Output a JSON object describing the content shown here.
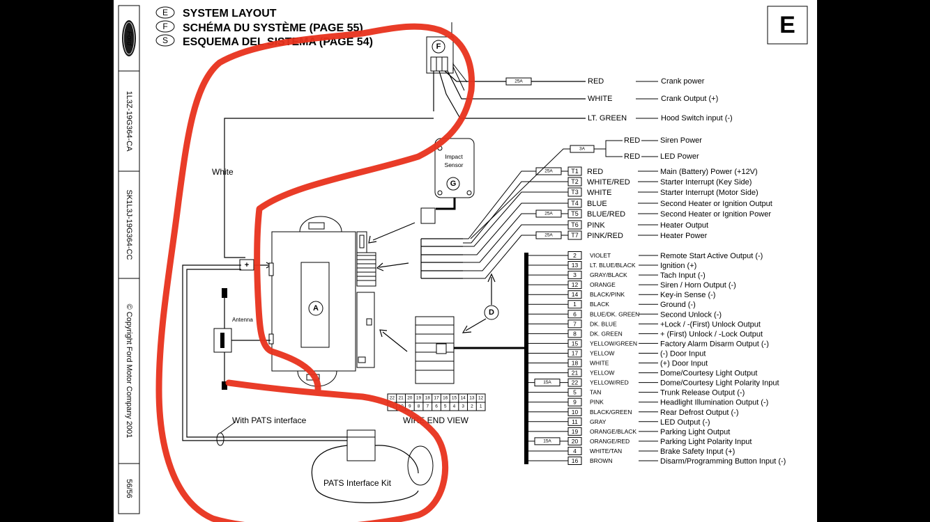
{
  "header": {
    "titles": [
      {
        "letter": "E",
        "text": "SYSTEM  LAYOUT"
      },
      {
        "letter": "F",
        "text": "SCHÉMA DU SYSTÈME (PAGE 55)"
      },
      {
        "letter": "S",
        "text": "ESQUEMA DEL SISTEMA (PAGE 54)"
      }
    ],
    "page_letter": "E"
  },
  "sidebar": {
    "logo": "Ford",
    "part_a": "1L3Z-19G364-CA",
    "part_b": "SK1L3J-19G364-CC",
    "copyright": "© Copyright Ford Motor Company 2001",
    "page": "56/56"
  },
  "components": {
    "connector_f": "F",
    "module_a": "A",
    "sensor": {
      "line1": "Impact",
      "line2": "Sensor",
      "letter": "G"
    },
    "connector_d": "D",
    "antenna": "Antenna",
    "white_wire": "White",
    "pats_interface": "With PATS interface",
    "pats_kit": "PATS Interface Kit",
    "wire_end_view": "WIRE END VIEW",
    "wire_end_top": [
      "22",
      "21",
      "20",
      "19",
      "18",
      "17",
      "16",
      "15",
      "14",
      "13",
      "12"
    ],
    "wire_end_bottom": [
      "11",
      "10",
      "9",
      "8",
      "7",
      "6",
      "5",
      "4",
      "3",
      "2",
      "1"
    ]
  },
  "wires_top": [
    {
      "color": "RED",
      "function": "Crank power",
      "fuse": "25A"
    },
    {
      "color": "WHITE",
      "function": "Crank Output (+)",
      "fuse": ""
    },
    {
      "color": "LT. GREEN",
      "function": "Hood Switch input (-)",
      "fuse": ""
    }
  ],
  "wires_siren": [
    {
      "color": "RED",
      "function": "Siren Power"
    },
    {
      "color": "RED",
      "function": "LED Power"
    }
  ],
  "siren_fuse": "3A",
  "wires_terminals": [
    {
      "term": "T1",
      "color": "RED",
      "function": "Main (Battery) Power (+12V)",
      "fuse": "25A"
    },
    {
      "term": "T2",
      "color": "WHITE/RED",
      "function": "Starter Interrupt (Key Side)",
      "fuse": ""
    },
    {
      "term": "T3",
      "color": "WHITE",
      "function": "Starter Interrupt (Motor Side)",
      "fuse": ""
    },
    {
      "term": "T4",
      "color": "BLUE",
      "function": "Second Heater or Ignition Output",
      "fuse": ""
    },
    {
      "term": "T5",
      "color": "BLUE/RED",
      "function": "Second Heater or Ignition Power",
      "fuse": "25A"
    },
    {
      "term": "T6",
      "color": "PINK",
      "function": "Heater Output",
      "fuse": ""
    },
    {
      "term": "T7",
      "color": "PINK/RED",
      "function": "Heater Power",
      "fuse": "25A"
    }
  ],
  "wires_harness": [
    {
      "pin": "2",
      "color": "VIOLET",
      "function": "Remote Start Active Output (-)",
      "fuse": ""
    },
    {
      "pin": "13",
      "color": "LT. BLUE/BLACK",
      "function": "Ignition (+)",
      "fuse": ""
    },
    {
      "pin": "3",
      "color": "GRAY/BLACK",
      "function": "Tach Input (-)",
      "fuse": ""
    },
    {
      "pin": "12",
      "color": "ORANGE",
      "function": "Siren / Horn Output (-)",
      "fuse": ""
    },
    {
      "pin": "14",
      "color": "BLACK/PINK",
      "function": "Key-in Sense (-)",
      "fuse": ""
    },
    {
      "pin": "1",
      "color": "BLACK",
      "function": "Ground (-)",
      "fuse": ""
    },
    {
      "pin": "6",
      "color": "BLUE/DK. GREEN",
      "function": "Second Unlock (-)",
      "fuse": ""
    },
    {
      "pin": "7",
      "color": "DK. BLUE",
      "function": "+Lock / -(First) Unlock Output",
      "fuse": ""
    },
    {
      "pin": "8",
      "color": "DK. GREEN",
      "function": "+ (First) Unlock / -Lock Output",
      "fuse": ""
    },
    {
      "pin": "15",
      "color": "YELLOW/GREEN",
      "function": "Factory Alarm Disarm Output (-)",
      "fuse": ""
    },
    {
      "pin": "17",
      "color": "YELLOW",
      "function": "(-) Door Input",
      "fuse": ""
    },
    {
      "pin": "18",
      "color": "WHITE",
      "function": "(+) Door Input",
      "fuse": ""
    },
    {
      "pin": "21",
      "color": "YELLOW",
      "function": "Dome/Courtesy Light Output",
      "fuse": ""
    },
    {
      "pin": "22",
      "color": "YELLOW/RED",
      "function": "Dome/Courtesy Light Polarity Input",
      "fuse": "15A"
    },
    {
      "pin": "5",
      "color": "TAN",
      "function": "Trunk Release Output (-)",
      "fuse": ""
    },
    {
      "pin": "9",
      "color": "PINK",
      "function": "Headlight Illumination Output (-)",
      "fuse": ""
    },
    {
      "pin": "10",
      "color": "BLACK/GREEN",
      "function": "Rear Defrost Output (-)",
      "fuse": ""
    },
    {
      "pin": "11",
      "color": "GRAY",
      "function": "LED Output (-)",
      "fuse": ""
    },
    {
      "pin": "19",
      "color": "ORANGE/BLACK",
      "function": "Parking Light Output",
      "fuse": ""
    },
    {
      "pin": "20",
      "color": "ORANGE/RED",
      "function": "Parking Light Polarity Input",
      "fuse": "15A"
    },
    {
      "pin": "4",
      "color": "WHITE/TAN",
      "function": "Brake Safety Input (+)",
      "fuse": ""
    },
    {
      "pin": "16",
      "color": "BROWN",
      "function": "Disarm/Programming Button Input (-)",
      "fuse": ""
    }
  ],
  "colors": {
    "annotation": "#e8321c",
    "ink": "#000000",
    "paper": "#ffffff",
    "background": "#000000"
  }
}
